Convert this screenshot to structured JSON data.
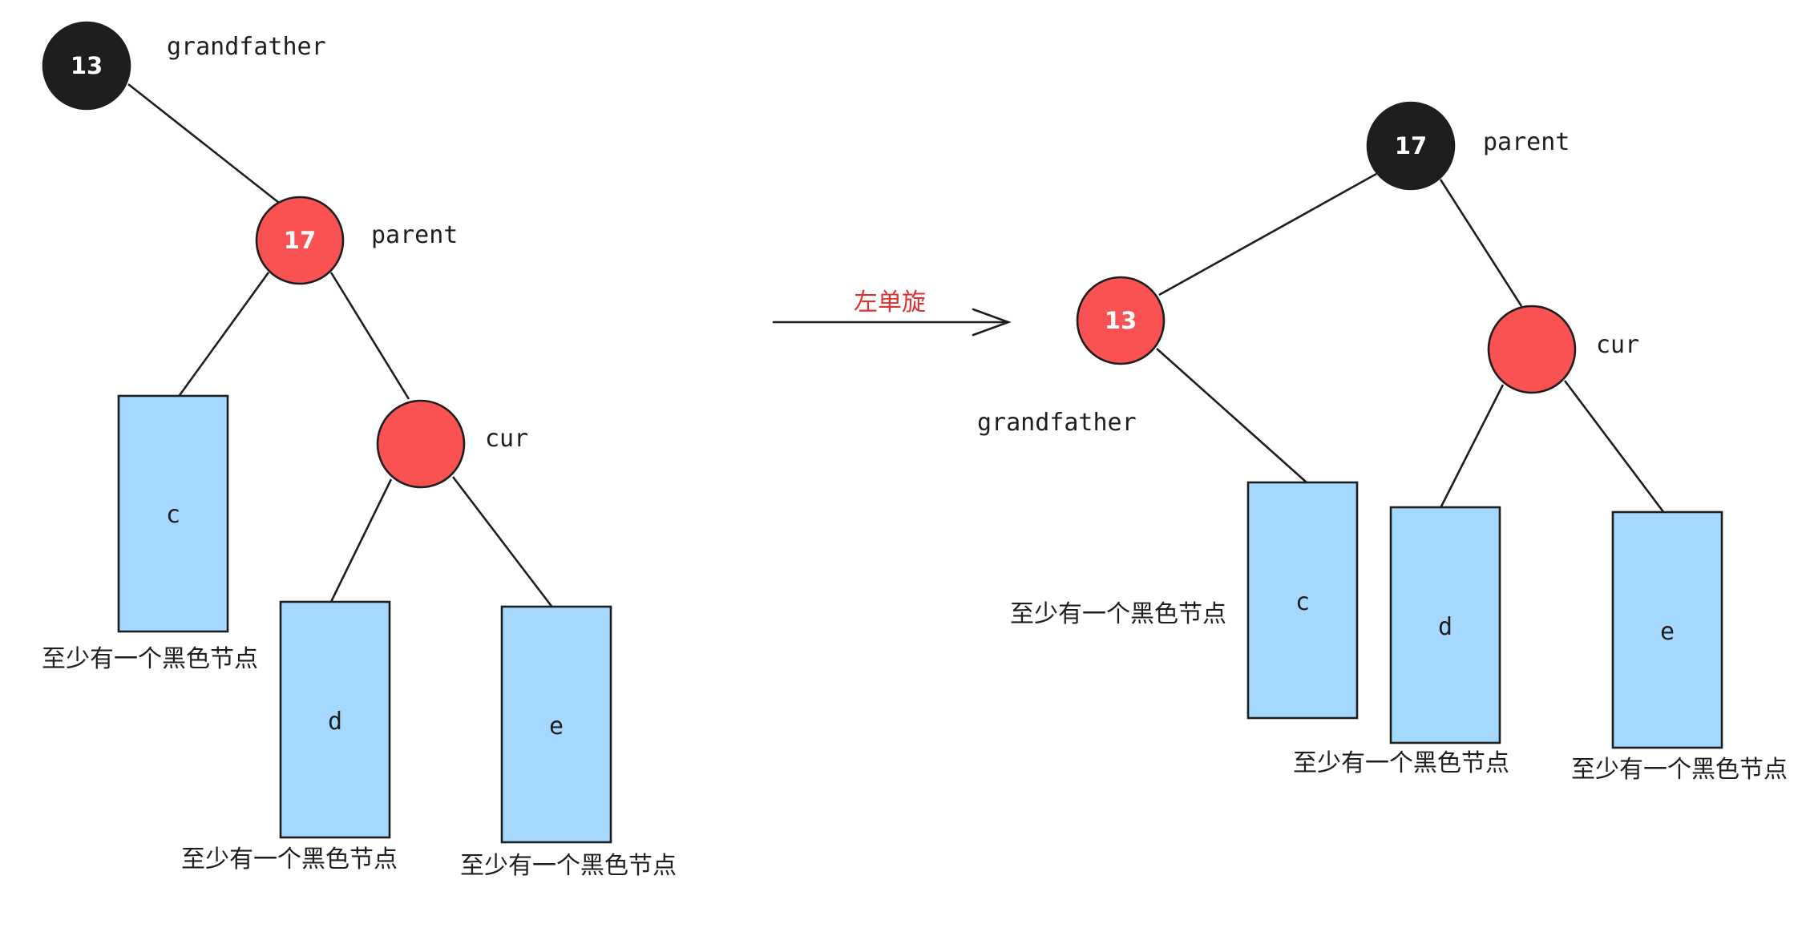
{
  "colors": {
    "black_node": "#1e1e1e",
    "red_node": "#fa5252",
    "subtree_box": "#a5d8ff",
    "stroke": "#1e1e1e",
    "rotation_label": "#e03131"
  },
  "before": {
    "grandfather": {
      "key": "13",
      "color": "black",
      "role": "grandfather"
    },
    "parent": {
      "key": "17",
      "color": "red",
      "role": "parent"
    },
    "cur": {
      "key": "",
      "color": "red",
      "role": "cur"
    },
    "subtrees": [
      {
        "name": "c",
        "note": "至少有一个黑色节点"
      },
      {
        "name": "d",
        "note": "至少有一个黑色节点"
      },
      {
        "name": "e",
        "note": "至少有一个黑色节点"
      }
    ]
  },
  "operation": {
    "label": "左单旋"
  },
  "after": {
    "parent": {
      "key": "17",
      "color": "black",
      "role": "parent"
    },
    "grandfather": {
      "key": "13",
      "color": "red",
      "role": "grandfather"
    },
    "cur": {
      "key": "",
      "color": "red",
      "role": "cur"
    },
    "subtrees": [
      {
        "name": "c",
        "note": "至少有一个黑色节点"
      },
      {
        "name": "d",
        "note": "至少有一个黑色节点"
      },
      {
        "name": "e",
        "note": "至少有一个黑色节点"
      }
    ]
  }
}
